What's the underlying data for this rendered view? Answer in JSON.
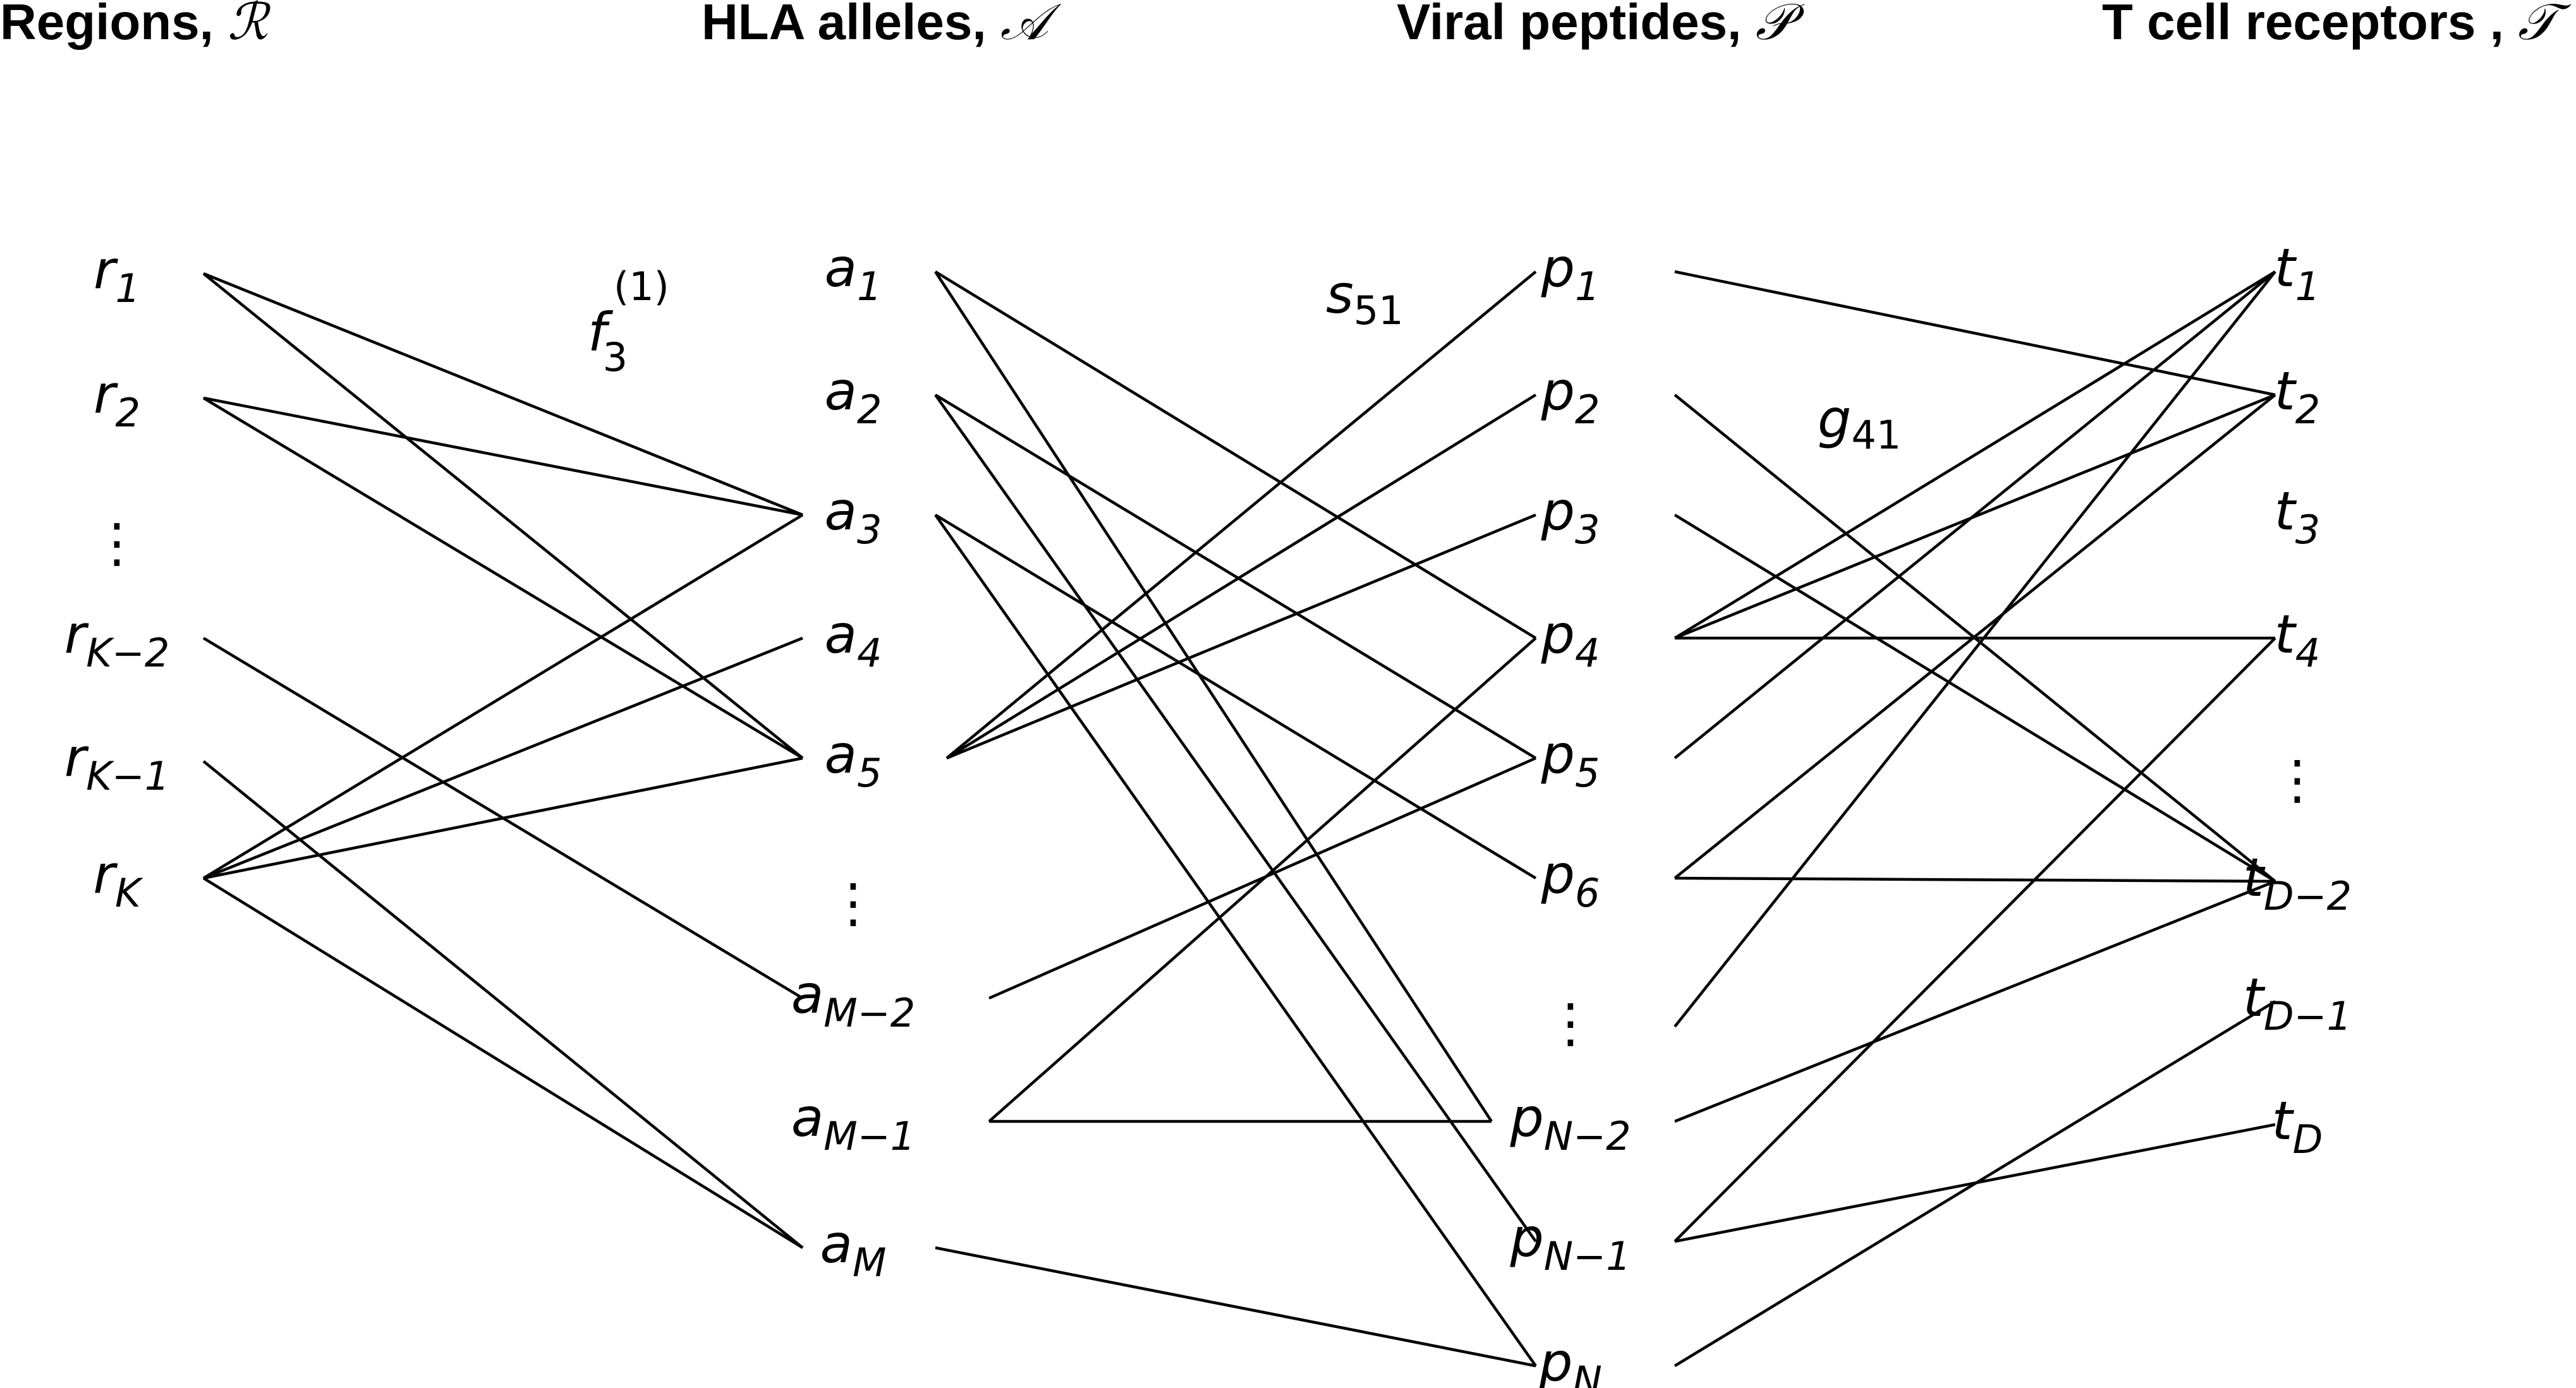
{
  "headers": [
    {
      "title": "Regions",
      "symbol": "ℛ"
    },
    {
      "title": "HLA alleles",
      "symbol": "𝒜"
    },
    {
      "title": "Viral peptides",
      "symbol": "𝒫"
    },
    {
      "title": "T cell receptors ",
      "symbol": "𝒯"
    }
  ],
  "columns": [
    {
      "id": "regions",
      "letter": "r",
      "nodes": [
        "1",
        "2",
        "⋮",
        "K−2",
        "K−1",
        "K"
      ]
    },
    {
      "id": "alleles",
      "letter": "a",
      "nodes": [
        "1",
        "2",
        "3",
        "4",
        "5",
        "⋮",
        "M−2",
        "M−1",
        "M"
      ]
    },
    {
      "id": "peptides",
      "letter": "p",
      "nodes": [
        "1",
        "2",
        "3",
        "4",
        "5",
        "6",
        "⋮",
        "N−2",
        "N−1",
        "N"
      ]
    },
    {
      "id": "receptors",
      "letter": "t",
      "nodes": [
        "1",
        "2",
        "3",
        "4",
        "⋮",
        "D−2",
        "D−1",
        "D"
      ]
    }
  ],
  "edge_labels": [
    {
      "letter": "f",
      "subscript": "3",
      "superscript": "(1)"
    },
    {
      "letter": "s",
      "subscript": "51",
      "superscript": ""
    },
    {
      "letter": "g",
      "subscript": "41",
      "superscript": ""
    }
  ],
  "edges": [
    [
      "regions",
      "1",
      "alleles",
      "3"
    ],
    [
      "regions",
      "1",
      "alleles",
      "5"
    ],
    [
      "regions",
      "2",
      "alleles",
      "3"
    ],
    [
      "regions",
      "2",
      "alleles",
      "5"
    ],
    [
      "regions",
      "K−2",
      "alleles",
      "M−2"
    ],
    [
      "regions",
      "K−1",
      "alleles",
      "M"
    ],
    [
      "regions",
      "K",
      "alleles",
      "3"
    ],
    [
      "regions",
      "K",
      "alleles",
      "4"
    ],
    [
      "regions",
      "K",
      "alleles",
      "5"
    ],
    [
      "regions",
      "K",
      "alleles",
      "M"
    ],
    [
      "alleles",
      "1",
      "peptides",
      "4"
    ],
    [
      "alleles",
      "1",
      "peptides",
      "N−2"
    ],
    [
      "alleles",
      "2",
      "peptides",
      "5"
    ],
    [
      "alleles",
      "2",
      "peptides",
      "N−1"
    ],
    [
      "alleles",
      "3",
      "peptides",
      "6"
    ],
    [
      "alleles",
      "3",
      "peptides",
      "N"
    ],
    [
      "alleles",
      "5",
      "peptides",
      "1"
    ],
    [
      "alleles",
      "5",
      "peptides",
      "2"
    ],
    [
      "alleles",
      "5",
      "peptides",
      "3"
    ],
    [
      "alleles",
      "M−2",
      "peptides",
      "5"
    ],
    [
      "alleles",
      "M−1",
      "peptides",
      "4"
    ],
    [
      "alleles",
      "M−1",
      "peptides",
      "N−2"
    ],
    [
      "alleles",
      "M",
      "peptides",
      "N"
    ],
    [
      "peptides",
      "1",
      "receptors",
      "2"
    ],
    [
      "peptides",
      "2",
      "receptors",
      "D−2"
    ],
    [
      "peptides",
      "3",
      "receptors",
      "D−2"
    ],
    [
      "peptides",
      "4",
      "receptors",
      "1"
    ],
    [
      "peptides",
      "4",
      "receptors",
      "2"
    ],
    [
      "peptides",
      "4",
      "receptors",
      "4"
    ],
    [
      "peptides",
      "5",
      "receptors",
      "1"
    ],
    [
      "peptides",
      "6",
      "receptors",
      "2"
    ],
    [
      "peptides",
      "6",
      "receptors",
      "D−2"
    ],
    [
      "peptides",
      "⋮",
      "receptors",
      "1"
    ],
    [
      "peptides",
      "N−2",
      "receptors",
      "D−2"
    ],
    [
      "peptides",
      "N−1",
      "receptors",
      "4"
    ],
    [
      "peptides",
      "N−1",
      "receptors",
      "D"
    ],
    [
      "peptides",
      "N",
      "receptors",
      "D−1"
    ]
  ]
}
